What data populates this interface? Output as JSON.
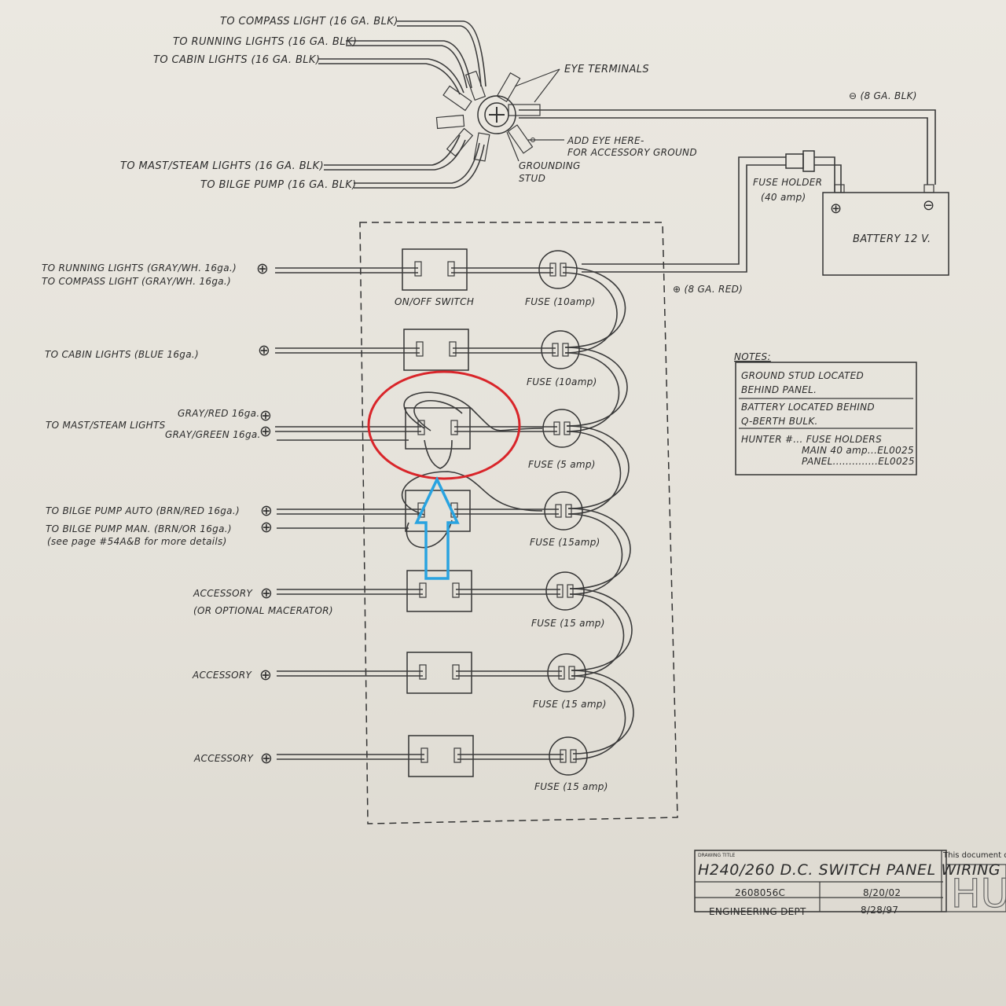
{
  "top_labels": {
    "compass": "TO COMPASS LIGHT (16 GA. BLK)",
    "running": "TO RUNNING LIGHTS (16 GA. BLK)",
    "cabin": "TO CABIN LIGHTS (16 GA. BLK)",
    "mast": "TO MAST/STEAM LIGHTS (16 GA. BLK)",
    "bilge": "TO BILGE PUMP (16 GA. BLK)",
    "eye_terminals": "EYE TERMINALS",
    "add_eye_1": "ADD EYE HERE-",
    "add_eye_2": "FOR ACCESSORY GROUND",
    "grounding_1": "GROUNDING",
    "grounding_2": "STUD",
    "neg_8ga": "⊖ (8 GA. BLK)"
  },
  "battery": {
    "fuse_holder_1": "FUSE HOLDER",
    "fuse_holder_2": "(40 amp)",
    "plus": "⊕",
    "minus": "⊖",
    "label": "BATTERY 12 V.",
    "pos_8ga": "⊕ (8 GA. RED)"
  },
  "panel": {
    "on_off_switch": "ON/OFF SWITCH",
    "rows": [
      {
        "fuse": "FUSE (10amp)"
      },
      {
        "fuse": "FUSE (10amp)"
      },
      {
        "fuse": "FUSE (5 amp)"
      },
      {
        "fuse": "FUSE (15amp)"
      },
      {
        "fuse": "FUSE (15 amp)"
      },
      {
        "fuse": "FUSE (15 amp)"
      },
      {
        "fuse": "FUSE (15 amp)"
      }
    ]
  },
  "left_labels": {
    "running_1": "TO RUNNING LIGHTS (GRAY/WH. 16ga.)",
    "running_2": "TO COMPASS LIGHT (GRAY/WH. 16ga.)",
    "cabin": "TO CABIN LIGHTS (BLUE 16ga.)",
    "gray_red": "GRAY/RED 16ga.",
    "mast": "TO MAST/STEAM LIGHTS",
    "gray_green": "GRAY/GREEN 16ga.",
    "bilge_auto": "TO BILGE PUMP AUTO (BRN/RED 16ga.)",
    "bilge_man": "TO BILGE PUMP MAN. (BRN/OR 16ga.)",
    "see_page": "(see page #54A&B for more details)",
    "accessory_1": "ACCESSORY",
    "optional": "(OR OPTIONAL MACERATOR)",
    "accessory_2": "ACCESSORY",
    "accessory_3": "ACCESSORY",
    "plus": "⊕"
  },
  "notes": {
    "title": "NOTES:",
    "line1": "GROUND STUD LOCATED",
    "line2": "BEHIND PANEL.",
    "line3": "BATTERY LOCATED BEHIND",
    "line4": "Q-BERTH BULK.",
    "line5": "HUNTER #... FUSE HOLDERS",
    "line6": "MAIN 40 amp...EL0025",
    "line7": "PANEL..............EL0025"
  },
  "title_block": {
    "small_label": "DRAWING TITLE",
    "title": "H240/260 D.C. SWITCH PANEL WIRING",
    "doc_note": "This document disclose",
    "drawing_no": "2608056C",
    "revision_date": "8/20/02",
    "drawn_by": "ENGINEERING DEPT",
    "date": "8/28/97",
    "logo": "HU"
  },
  "colors": {
    "paper": "#e7e4dc",
    "ink": "#333333",
    "highlight_circle": "#d9252a",
    "arrow": "#29a3e0"
  }
}
